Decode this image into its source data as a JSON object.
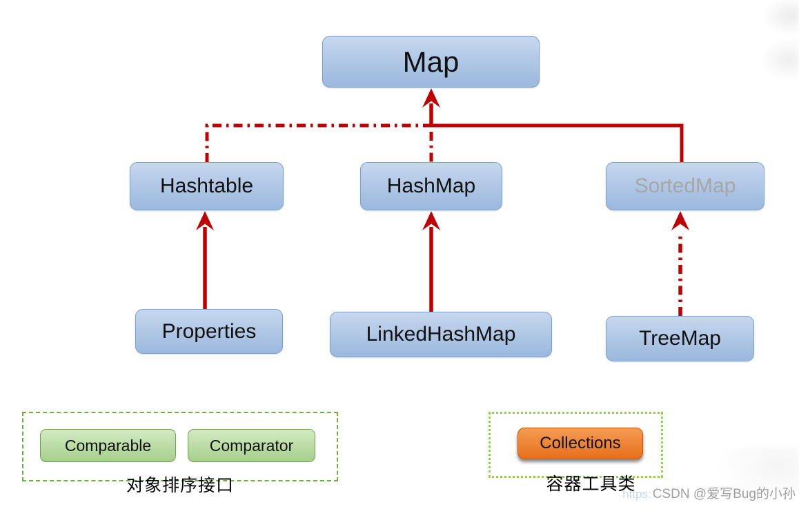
{
  "title": "Java Map hierarchy diagram",
  "colors": {
    "arrow-red": "#c00000",
    "node-blue-top": "#c6d8ee",
    "node-blue-bottom": "#9cb8de",
    "node-blue-border": "#7c9fcc",
    "green-top": "#d4eac3",
    "green-bottom": "#a6cf8b",
    "green-border": "#6ba34d",
    "group-dashed-border": "#70ad47",
    "group-dotted-border": "#92d050",
    "orange-top": "#f49c52",
    "orange-bottom": "#e76f1c",
    "orange-border": "#c9570e",
    "muted-gray": "#a6a6a6",
    "watermark-gray": "#9f9f9f"
  },
  "nodes": {
    "map": "Map",
    "hashtable": "Hashtable",
    "hashmap": "HashMap",
    "sortedmap": "SortedMap",
    "properties": "Properties",
    "linkedhashmap": "LinkedHashMap",
    "treemap": "TreeMap",
    "comparable": "Comparable",
    "comparator": "Comparator",
    "collections": "Collections"
  },
  "edges": [
    {
      "from": "hashtable",
      "to": "map",
      "style": "dash-dot",
      "color": "#c00000"
    },
    {
      "from": "hashmap",
      "to": "map",
      "style": "dash-dot",
      "color": "#c00000"
    },
    {
      "from": "sortedmap",
      "to": "map",
      "style": "solid",
      "color": "#c00000"
    },
    {
      "from": "properties",
      "to": "hashtable",
      "style": "solid",
      "color": "#c00000"
    },
    {
      "from": "linkedhashmap",
      "to": "hashmap",
      "style": "solid",
      "color": "#c00000"
    },
    {
      "from": "treemap",
      "to": "sortedmap",
      "style": "dash-dot",
      "color": "#c00000"
    }
  ],
  "groups": {
    "sorting": {
      "label": "对象排序接口"
    },
    "utility": {
      "label": "容器工具类"
    }
  },
  "watermark": {
    "prefix": "https:",
    "text": "CSDN @爱写Bug的小孙"
  }
}
